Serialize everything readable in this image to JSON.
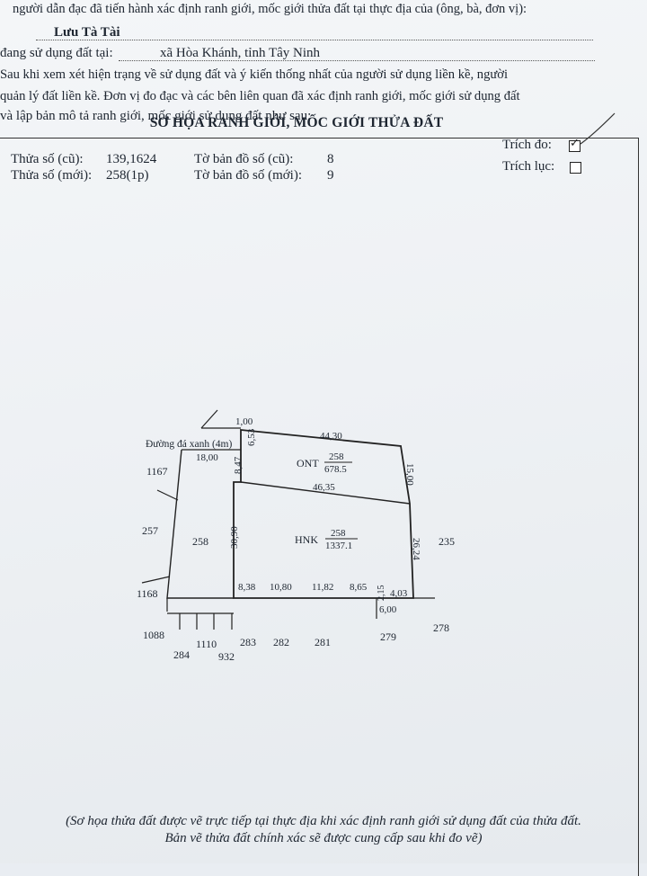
{
  "header": {
    "line1": "người dẫn đạc đã tiến hành xác định ranh giới, mốc giới thửa đất tại thực địa của (ông, bà, đơn vị):",
    "owner_name": "Lưu Tà Tài",
    "line3_prefix": "đang sử dụng đất tại:",
    "address": "xã Hòa Khánh, tỉnh Tây Ninh",
    "line4": "Sau khi xem xét hiện trạng về sử dụng đất và ý kiến thống nhất của người sử dụng liền kề, người",
    "line5": "quản lý đất liền kề. Đơn vị đo đạc và các bên liên quan đã xác định ranh giới, mốc giới sử dụng đất",
    "line6": "và lập bản mô tả ranh giới, mốc giới sử dụng đất như sau:"
  },
  "title": "SƠ HỌA RANH GIỚI, MỐC GIỚI THỬA ĐẤT",
  "parcel": {
    "old_label": "Thửa số (cũ):",
    "old_value": "139,1624",
    "new_label": "Thửa số (mới):",
    "new_value": "258(1p)",
    "map_old_label": "Tờ bản đồ số (cũ):",
    "map_old_value": "8",
    "map_new_label": "Tờ bản đồ số (mới):",
    "map_new_value": "9"
  },
  "options": {
    "extract_measure_label": "Trích đo:",
    "extract_measure_checked": true,
    "extract_copy_label": "Trích lục:",
    "extract_copy_checked": false
  },
  "sketch": {
    "road_label": "Đường đá xanh (4m)",
    "zone_ont": "ONT",
    "zone_ont_parcel": "258",
    "zone_ont_area": "678.5",
    "zone_hnk": "HNK",
    "zone_hnk_parcel": "258",
    "zone_hnk_area": "1337.1",
    "left_parcel": "258",
    "dim_top_small": "1,00",
    "dim_top": "44,30",
    "dim_road": "18,00",
    "dim_6_53": "6,53",
    "dim_8_47": "8,47",
    "dim_right_top": "15,00",
    "dim_middle": "46,35",
    "dim_30_90": "30,90",
    "dim_right_bottom": "26,24",
    "dim_8_38": "8,38",
    "dim_10_80": "10,80",
    "dim_11_82": "11,82",
    "dim_8_65": "8,65",
    "dim_2_15": "2,15",
    "dim_4_03": "4,03",
    "dim_6_00": "6,00",
    "n_1167": "1167",
    "n_257": "257",
    "n_1168": "1168",
    "n_1088": "1088",
    "n_284": "284",
    "n_1110": "1110",
    "n_932": "932",
    "n_283": "283",
    "n_282": "282",
    "n_281": "281",
    "n_279": "279",
    "n_278": "278",
    "n_235": "235"
  },
  "footer": {
    "line1": "(Sơ họa thửa đất được vẽ trực tiếp tại thực địa khi xác định ranh giới sử dụng đất của thửa đất.",
    "line2": "Bản vẽ thửa đất chính xác sẽ được cung cấp sau khi đo vẽ)"
  }
}
